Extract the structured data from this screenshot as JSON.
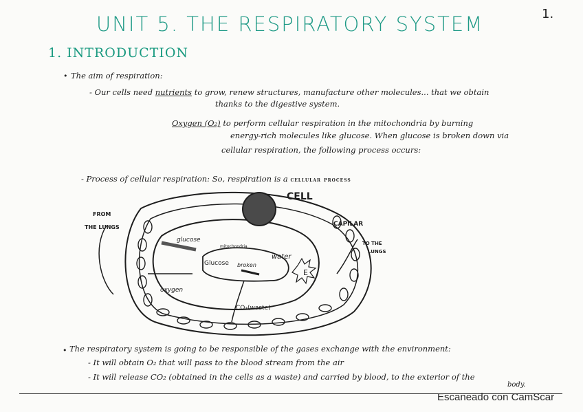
{
  "page_number": "1.",
  "title": "UNIT 5. THE RESPIRATORY SYSTEM",
  "section": "1. INTRODUCTION",
  "aim": {
    "heading": "The aim of respiration:",
    "line1": "- Our cells need",
    "nutrients": "nutrients",
    "line1_rest": "to grow, renew structures, manufacture other molecules... that we obtain",
    "line2": "thanks to the digestive system.",
    "oxygen": "Oxygen (O₂)",
    "line3_rest": "to perform cellular respiration in the mitochondria by burning",
    "line4": "energy-rich molecules like glucose. When glucose is broken down via",
    "line5": "cellular respiration, the following process occurs:"
  },
  "process": {
    "label": "- Process of cellular respiration:",
    "so": "So, respiration is a",
    "cellular_process": "cellular process"
  },
  "diagram": {
    "cell": "CELL",
    "from_lungs_1": "FROM",
    "from_lungs_2": "THE LUNGS",
    "capilar": "CAPILAR",
    "to_lungs_1": "TO THE",
    "to_lungs_2": "LUNGS",
    "glucose_in": "glucose",
    "mitochondria": "mitochondria",
    "water": "water",
    "glucose_mid": "Glucose",
    "broken": "broken",
    "energy": "E",
    "oxygen": "oxygen",
    "co2": "CO₂(waste)"
  },
  "system": {
    "line1": "The respiratory system is going to be responsible of the gases exchange with the environment:",
    "line2": "- It will obtain O₂ that will pass to the blood stream from the air",
    "line3": "- It will release CO₂ (obtained in the cells as a waste) and carried by blood, to the exterior of the",
    "line4": "body."
  },
  "watermark": "Escaneado con CamScar",
  "colors": {
    "title": "#1f9a86",
    "ink": "#1e1e1e",
    "paper": "#fbfbf9"
  }
}
